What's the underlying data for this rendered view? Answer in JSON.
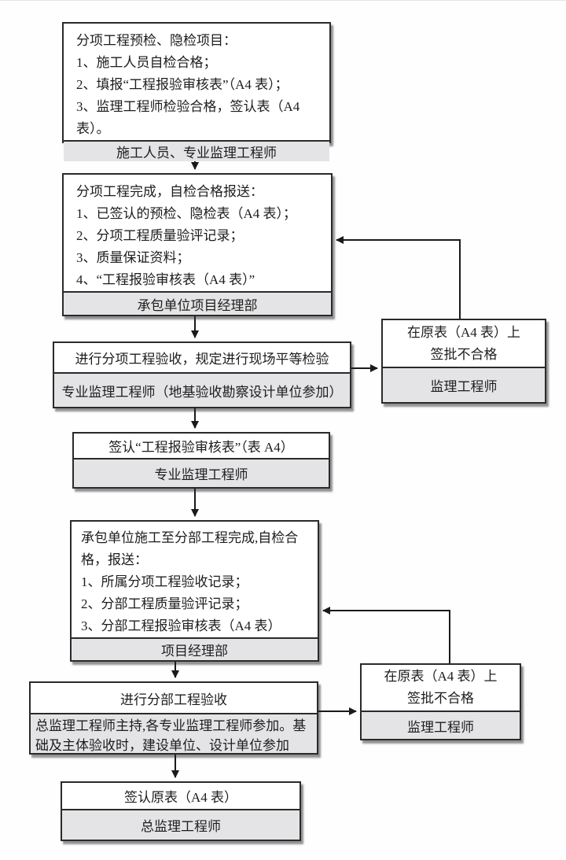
{
  "diagram": {
    "colors": {
      "section_fill": "#e4e4e6",
      "box_border": "#2a2a2a",
      "connector": "#1a1a1a",
      "background": "#fefefe"
    },
    "steps": {
      "step1": {
        "lines": [
          "分项工程预检、隐检项目：",
          "1、施工人员自检合格；",
          "2、填报“工程报验审核表”（A4 表）；",
          "3、监理工程师检验合格，签认表（A4 表）。"
        ],
        "owner": "施工人员、专业监理工程师"
      },
      "step2": {
        "lines": [
          "分项工程完成，自检合格报送：",
          "1、已签认的预检、隐检表（A4 表）；",
          "2、分项工程质量验评记录；",
          "3、质量保证资料；",
          "4、“工程报验审核表（A4 表）”"
        ],
        "owner": "承包单位项目经理部"
      },
      "step3": {
        "title": "进行分项工程验收，规定进行现场平等检验",
        "owner": "专业监理工程师（地基验收勘察设计单位参加）"
      },
      "reject1": {
        "lines": [
          "在原表（A4 表）上",
          "签批不合格"
        ],
        "owner": "监理工程师"
      },
      "step4": {
        "title": "签认“工程报验审核表”（表 A4）",
        "owner": "专业监理工程师"
      },
      "step5": {
        "lines": [
          "承包单位施工至分部工程完成,自检合格，报送：",
          "1、所属分项工程验收记录；",
          "2、分部工程质量验评记录；",
          "3、分部工程报验审核表（A4 表）"
        ],
        "owner": "项目经理部"
      },
      "step6": {
        "title": "进行分部工程验收",
        "owner": "总监理工程师主持,各专业监理工程师参加。基础及主体验收时，建设单位、设计单位参加"
      },
      "reject2": {
        "lines": [
          "在原表（A4 表）上",
          "签批不合格"
        ],
        "owner": "监理工程师"
      },
      "step7": {
        "title": "签认原表（A4 表）",
        "owner": "总监理工程师"
      }
    }
  }
}
